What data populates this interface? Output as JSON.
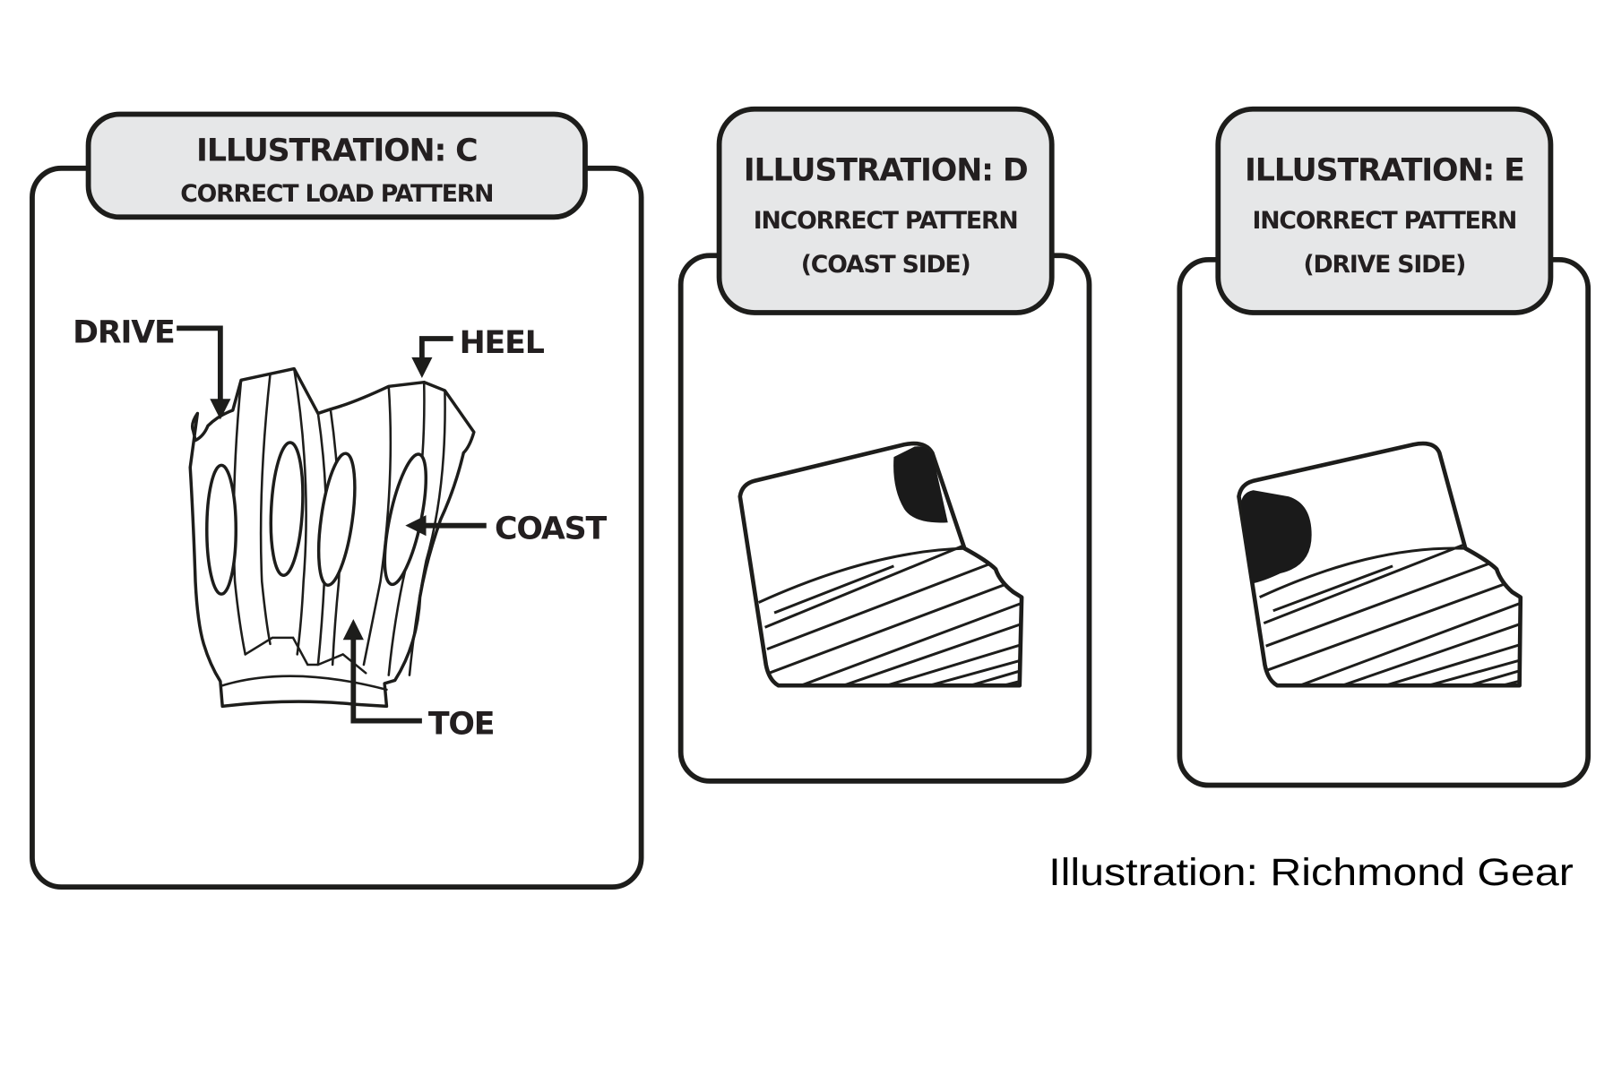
{
  "panels": [
    {
      "id": "C",
      "title": "ILLUSTRATION: C",
      "subtitle_lines": [
        "CORRECT LOAD PATTERN"
      ],
      "callouts": {
        "drive": "DRIVE",
        "heel": "HEEL",
        "coast": "COAST",
        "toe": "TOE"
      }
    },
    {
      "id": "D",
      "title": "ILLUSTRATION: D",
      "subtitle_lines": [
        "INCORRECT PATTERN",
        "(COAST SIDE)"
      ]
    },
    {
      "id": "E",
      "title": "ILLUSTRATION: E",
      "subtitle_lines": [
        "INCORRECT PATTERN",
        "(DRIVE SIDE)"
      ]
    }
  ],
  "credit": "Illustration: Richmond Gear",
  "colors": {
    "label_fill": "#e6e7e8",
    "ink": "#1d1d1b",
    "background": "#ffffff"
  }
}
